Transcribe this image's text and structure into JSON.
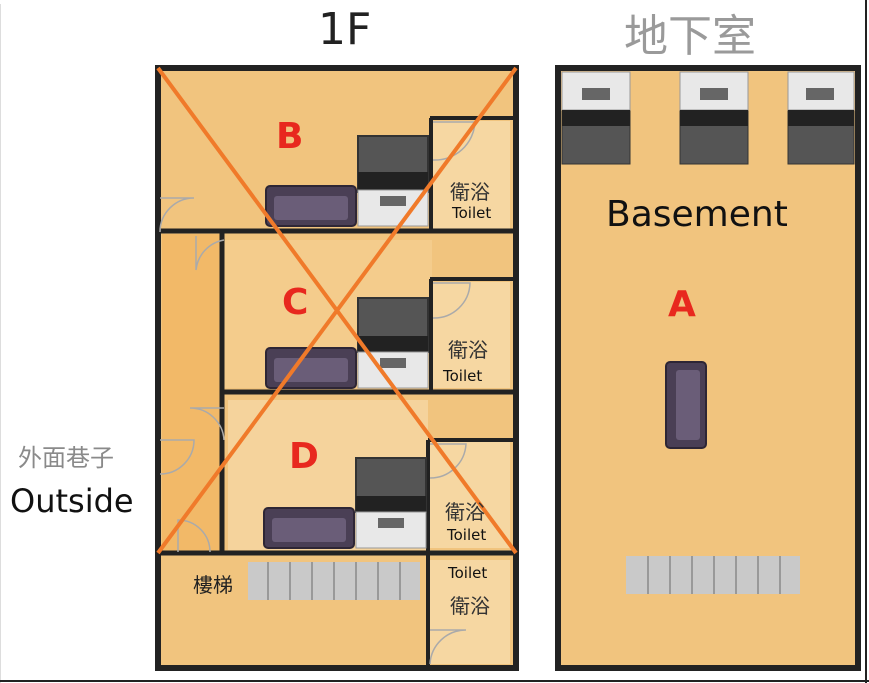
{
  "titles": {
    "first_floor": "1F",
    "basement": "地下室"
  },
  "rooms": {
    "b": {
      "letter": "B",
      "bath_zh": "衛浴",
      "bath_en": "Toilet"
    },
    "c": {
      "letter": "C",
      "bath_zh": "衛浴",
      "bath_en": "Toilet"
    },
    "d": {
      "letter": "D",
      "bath_zh": "衛浴",
      "bath_en": "Toilet"
    },
    "a": {
      "letter": "A"
    }
  },
  "ground_floor_misc": {
    "stairs_zh": "樓梯",
    "lower_toilet_en": "Toilet",
    "lower_toilet_zh": "衛浴"
  },
  "outside": {
    "zh": "外面巷子",
    "en": "Outside"
  },
  "basement_label": "Basement",
  "colors": {
    "floor": "#f1c47e",
    "wall": "#222222",
    "corridor": "#f2b968",
    "cross": "#f07a2a",
    "room_letter": "#e8281e"
  }
}
